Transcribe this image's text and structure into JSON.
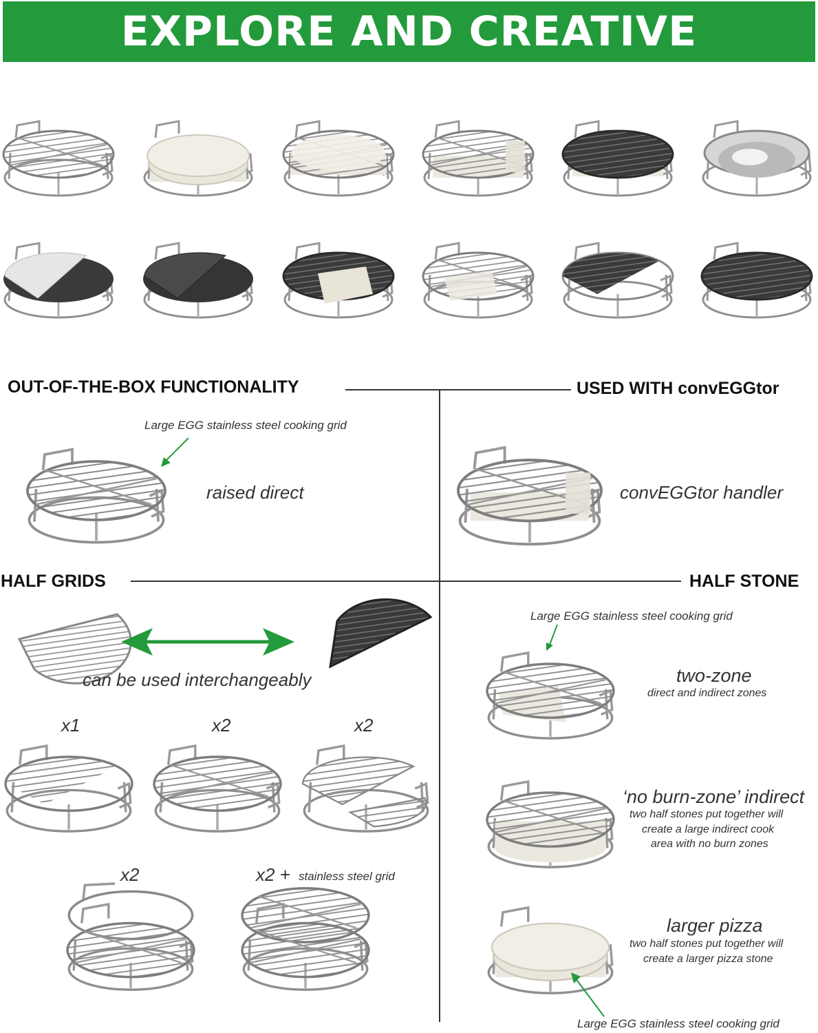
{
  "banner": {
    "title": "EXPLORE AND CREATIVE",
    "color": "#239a3c"
  },
  "gallery": {
    "row1": [
      "grid-rack-icon",
      "stone-rack-icon",
      "stone-grid-icon",
      "convEGGtor-grid-icon",
      "cast-iron-grid-icon",
      "wok-rack-icon"
    ],
    "row2": [
      "half-stone-half-griddle-icon",
      "perforated-half-griddle-icon",
      "cast-half-stone-icon",
      "stone-grid-rack-icon",
      "half-cast-rack-icon",
      "cast-grid-rack-icon"
    ]
  },
  "sections": {
    "oob": {
      "title": "OUT-OF-THE-BOX FUNCTIONALITY",
      "callout": "Large EGG stainless steel cooking grid",
      "label": "raised direct"
    },
    "convegg": {
      "title": "USED WITH convEGGtor",
      "label": "convEGGtor handler"
    },
    "half_grids": {
      "title": "HALF GRIDS",
      "interchange": "can be used interchangeably",
      "arrow_color": "#239a3c",
      "configs": [
        {
          "label": "x1"
        },
        {
          "label": "x2"
        },
        {
          "label": "x2"
        },
        {
          "label": "x2"
        },
        {
          "label": "x2 +",
          "note": "stainless steel grid"
        }
      ]
    },
    "half_stone": {
      "title": "HALF STONE",
      "callout_top": "Large EGG stainless steel cooking grid",
      "items": [
        {
          "title": "two-zone",
          "desc": [
            "direct and indirect zones"
          ]
        },
        {
          "title": "‘no burn-zone’ indirect",
          "desc": [
            "two half stones put together will",
            "create a large indirect cook",
            "area with no burn zones"
          ]
        },
        {
          "title": "larger pizza",
          "desc": [
            "two half stones put together will",
            "create a larger pizza stone"
          ]
        }
      ],
      "callout_bottom": "Large EGG stainless steel cooking grid"
    }
  }
}
